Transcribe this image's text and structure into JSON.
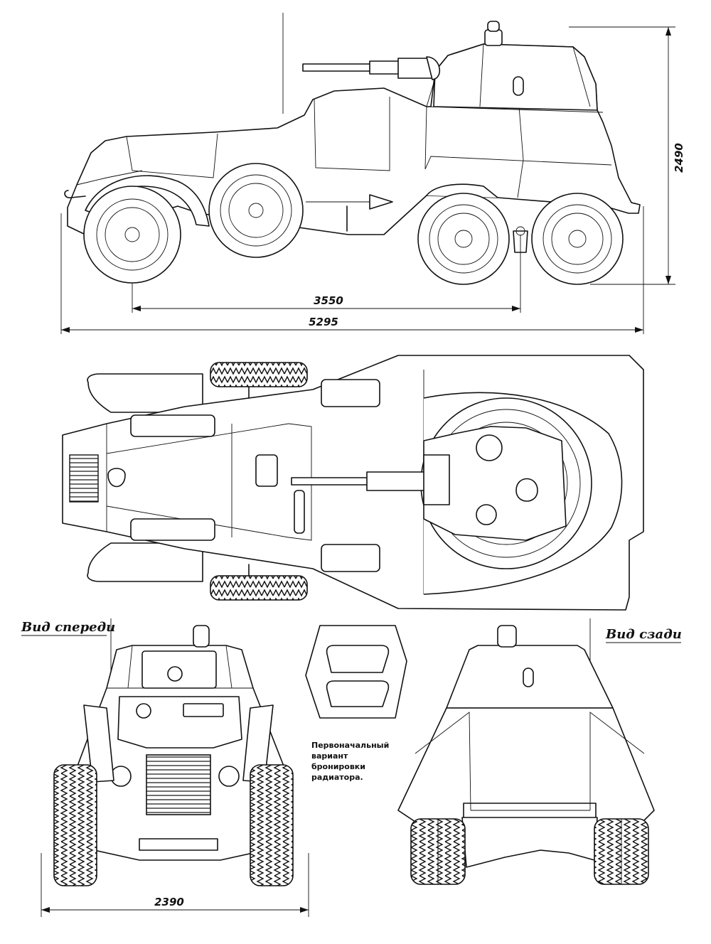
{
  "dimensions": {
    "length": "5295",
    "wheelbase": "3550",
    "height": "2490",
    "width": "2390"
  },
  "labels": {
    "front_view": "Вид спереди",
    "rear_view": "Вид сзади"
  },
  "note": {
    "line1": "Первоначальный",
    "line2": "вариант",
    "line3": "бронировки",
    "line4": "радиатора."
  }
}
